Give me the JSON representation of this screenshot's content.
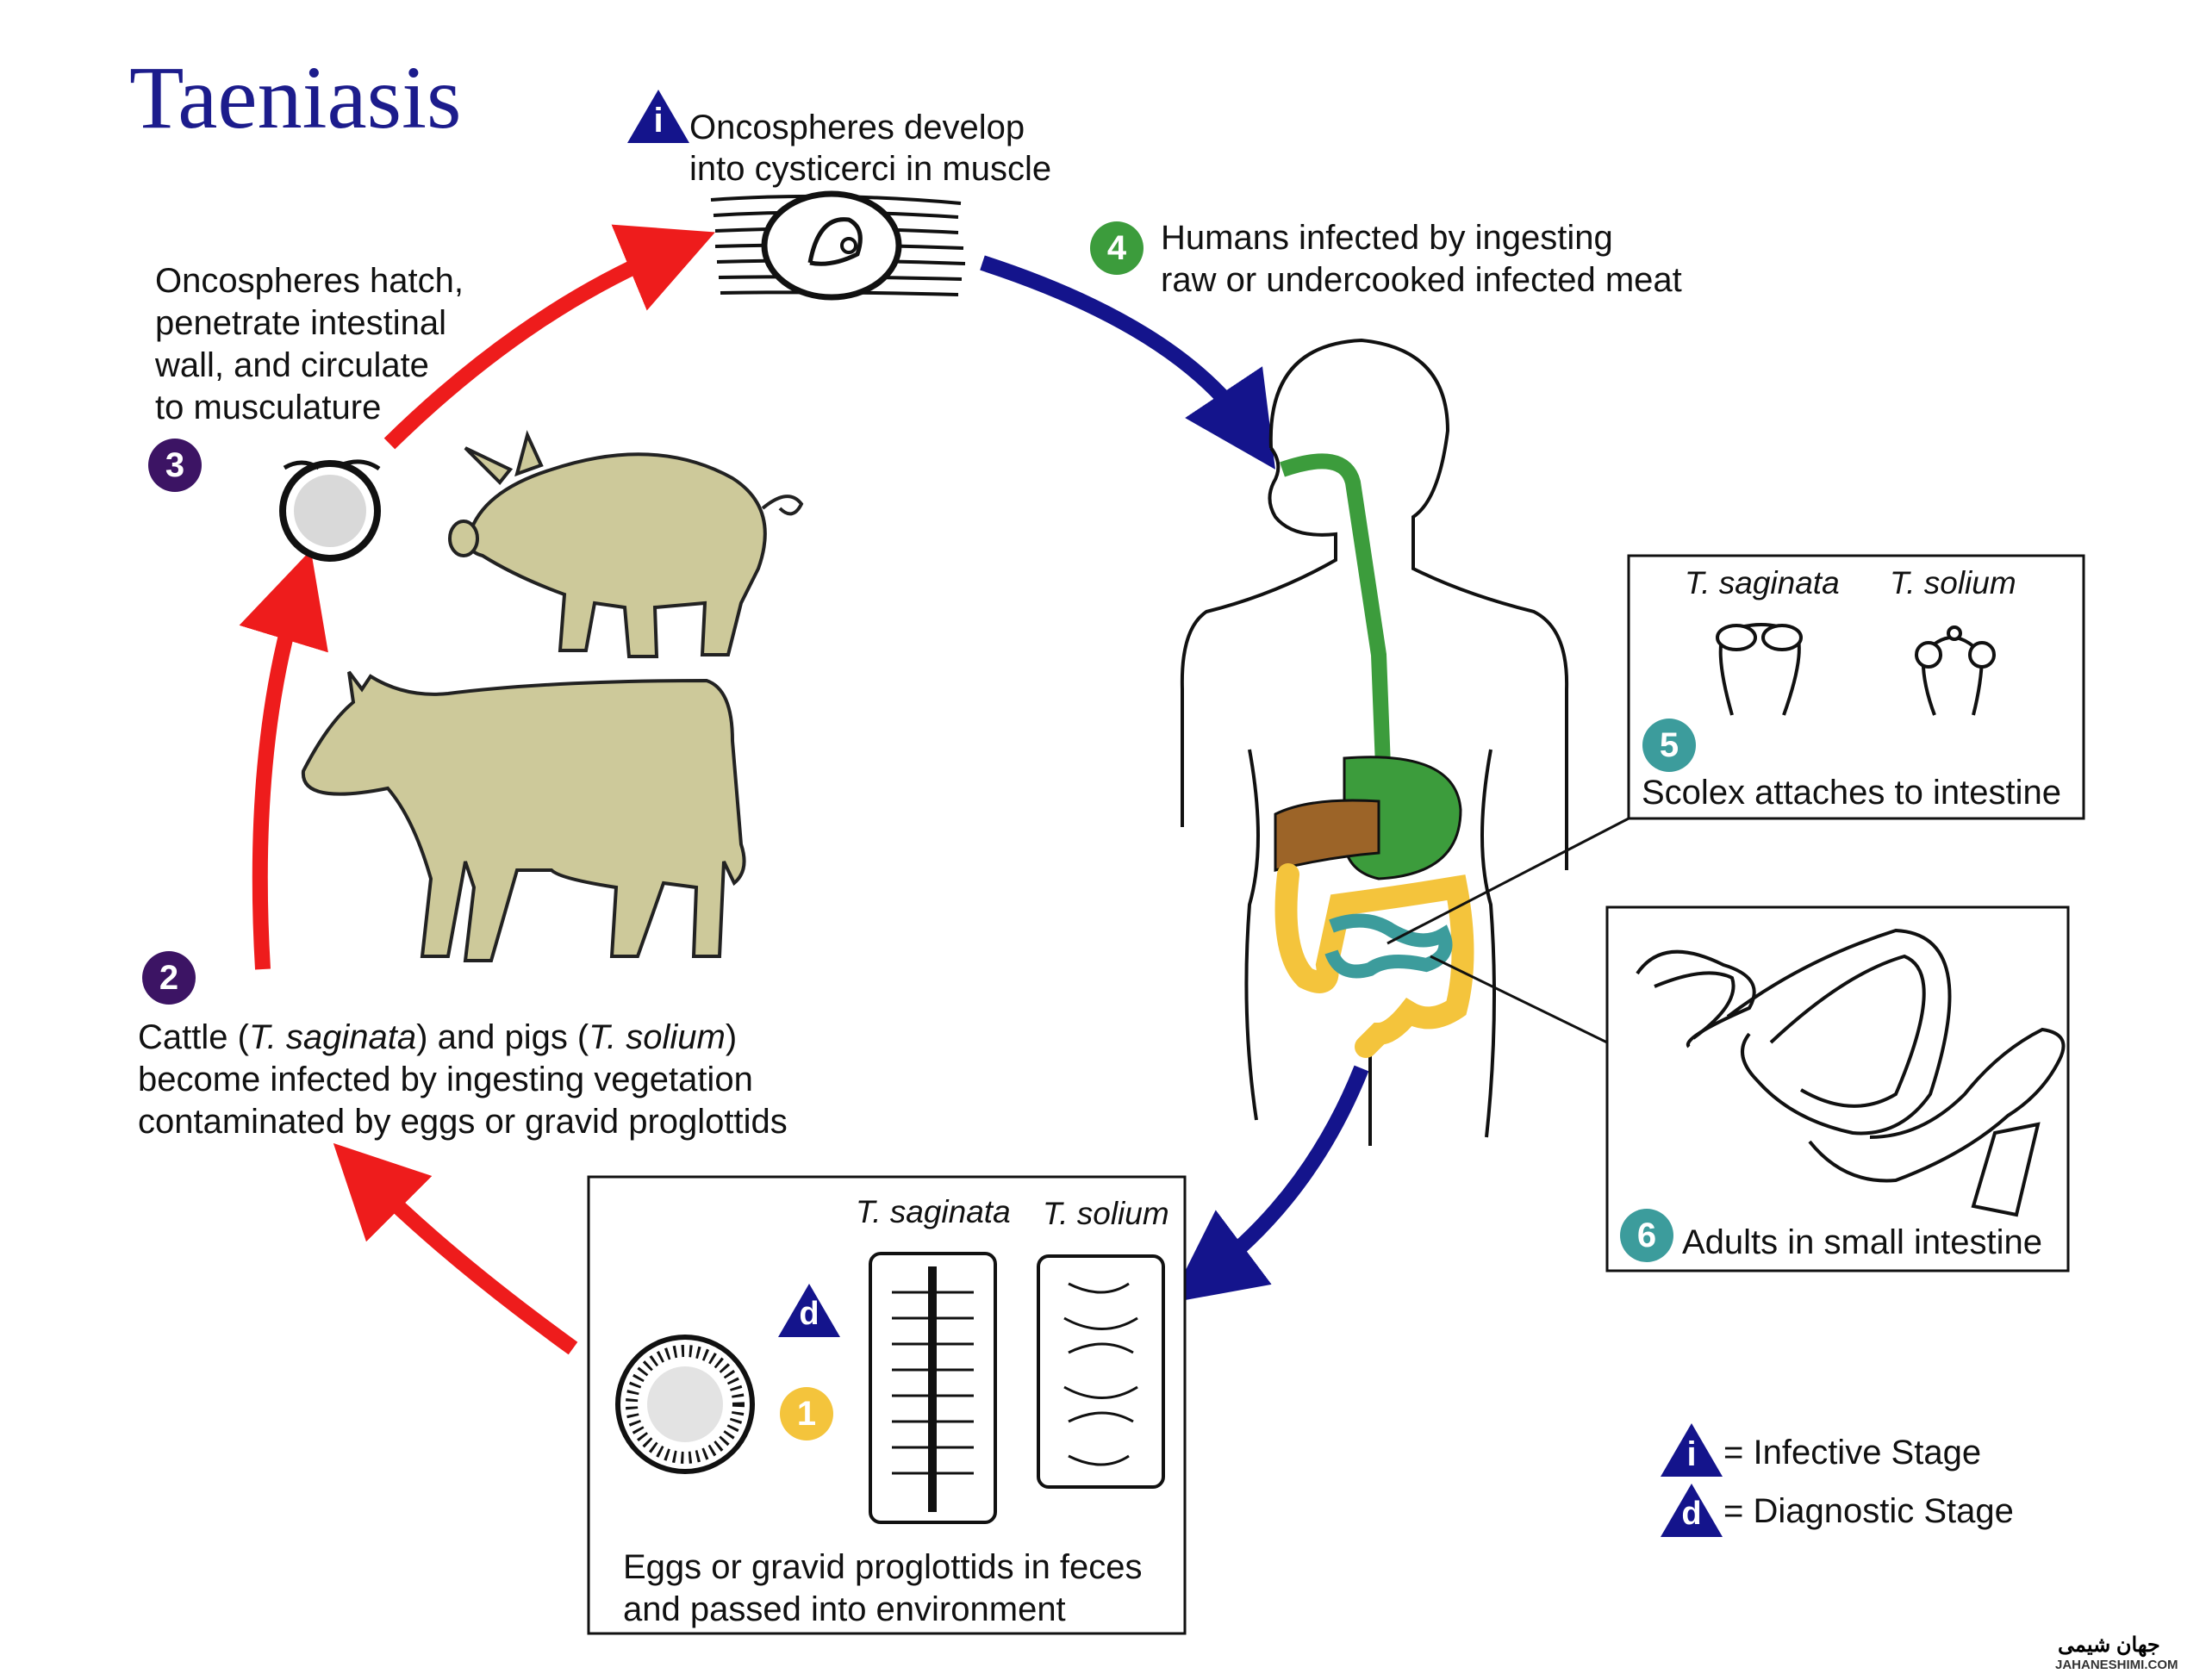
{
  "title": "Taeniasis",
  "stage_i": {
    "marker": "i",
    "line1": "Oncospheres develop",
    "line2": "into cysticerci in muscle"
  },
  "stage_4": {
    "number": "4",
    "line1": "Humans infected by ingesting",
    "line2": "raw or undercooked infected meat"
  },
  "stage_3": {
    "number": "3",
    "line1": "Oncospheres hatch,",
    "line2": "penetrate intestinal",
    "line3": "wall, and circulate",
    "line4": "to musculature"
  },
  "stage_2": {
    "number": "2",
    "line1_a": "Cattle (",
    "line1_b": "T. saginata",
    "line1_c": ") and pigs (",
    "line1_d": "T. solium",
    "line1_e": ")",
    "line2": "become infected by ingesting vegetation",
    "line3": "contaminated by eggs or gravid proglottids"
  },
  "stage_5": {
    "number": "5",
    "species_a": "T. saginata",
    "species_b": "T. solium",
    "caption": "Scolex attaches to intestine"
  },
  "stage_6": {
    "number": "6",
    "caption": "Adults in small intestine"
  },
  "stage_1": {
    "number": "1",
    "marker_d": "d",
    "species_a": "T. saginata",
    "species_b": "T. solium",
    "line1": "Eggs or gravid proglottids in feces",
    "line2": "and passed into environment"
  },
  "legend": {
    "i_marker": "i",
    "i_label": "= Infective Stage",
    "d_marker": "d",
    "d_label": "= Diagnostic Stage"
  },
  "watermark": {
    "line1": "جهان شیمی",
    "line2": "JAHANESHIMI.COM"
  },
  "colors": {
    "title": "#1c1c8c",
    "red_arrow": "#ee1c1c",
    "blue_arrow": "#14148c",
    "badge_purple": "#3c1464",
    "badge_green": "#3c9c3c",
    "badge_teal": "#3c9c9c",
    "badge_yellow": "#f4c43c",
    "triangle": "#14148c",
    "animal_fill": "#cdc99a",
    "gut_green": "#3c9c3c",
    "gut_yellow": "#f4c43c",
    "liver": "#9c6428",
    "small_intestine": "#3c9c9c"
  }
}
